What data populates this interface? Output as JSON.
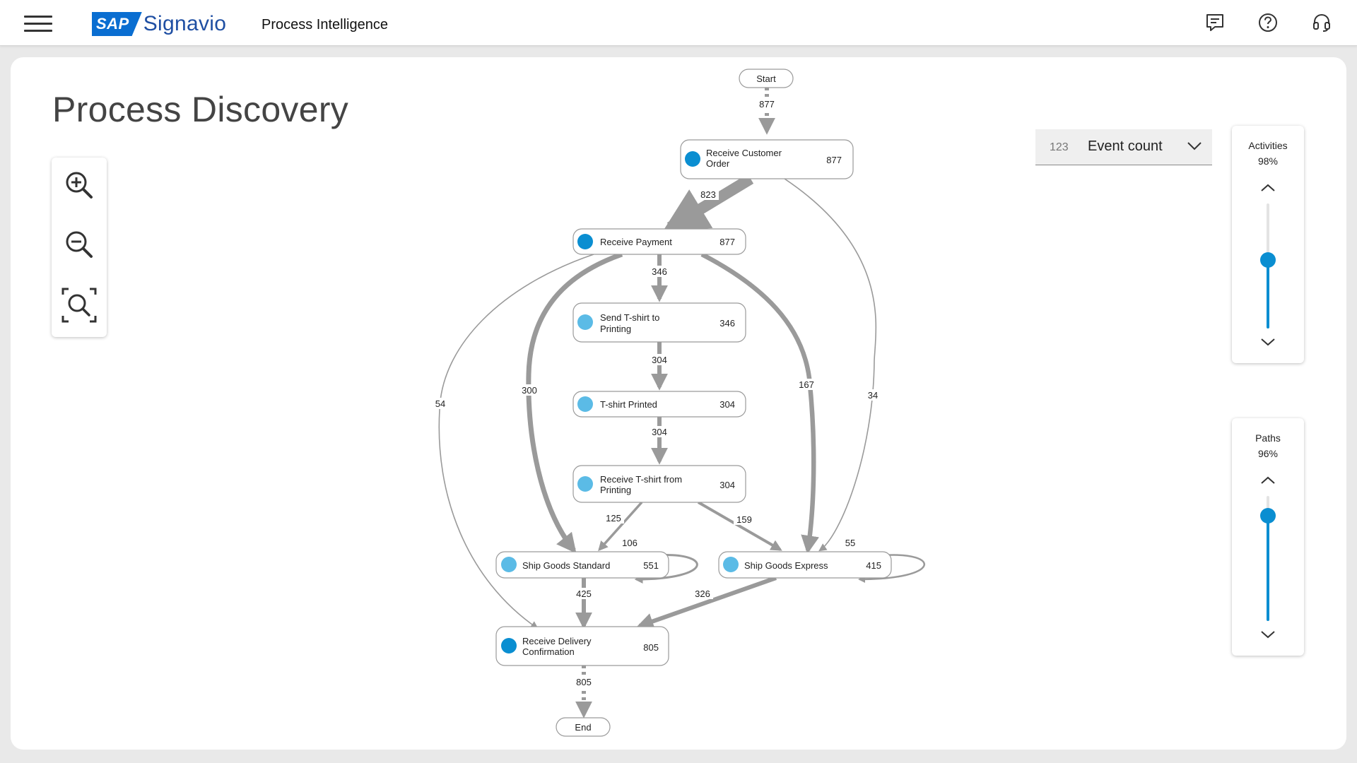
{
  "header": {
    "logo_brand": "SAP",
    "logo_product": "Signavio",
    "app_title": "Process Intelligence",
    "icons": [
      "menu-icon",
      "feedback-icon",
      "help-icon",
      "support-headset-icon"
    ]
  },
  "page": {
    "title": "Process Discovery"
  },
  "zoom_controls": {
    "icons": [
      "zoom-in-icon",
      "zoom-out-icon",
      "zoom-fit-icon"
    ]
  },
  "metric_dropdown": {
    "prefix": "123",
    "value": "Event count"
  },
  "activities_slider": {
    "label": "Activities",
    "value": "98%",
    "level": 0.55
  },
  "paths_slider": {
    "label": "Paths",
    "value": "96%",
    "level": 0.84
  },
  "colors": {
    "accent": "#0a8ed1",
    "node_dot_dark": "#0a8ed1",
    "node_dot_light": "#5bbbe6",
    "edge": "#9a9a9a"
  },
  "process_map": {
    "start_label": "Start",
    "end_label": "End",
    "nodes": [
      {
        "id": "n1",
        "label_line1": "Receive Customer",
        "label_line2": "Order",
        "count": "877",
        "dot": "dark"
      },
      {
        "id": "n2",
        "label_line1": "Receive Payment",
        "label_line2": "",
        "count": "877",
        "dot": "dark"
      },
      {
        "id": "n3",
        "label_line1": "Send T-shirt to",
        "label_line2": "Printing",
        "count": "346",
        "dot": "light"
      },
      {
        "id": "n4",
        "label_line1": "T-shirt Printed",
        "label_line2": "",
        "count": "304",
        "dot": "light"
      },
      {
        "id": "n5",
        "label_line1": "Receive T-shirt from",
        "label_line2": "Printing",
        "count": "304",
        "dot": "light"
      },
      {
        "id": "n6",
        "label_line1": "Ship Goods Standard",
        "label_line2": "",
        "count": "551",
        "dot": "light"
      },
      {
        "id": "n7",
        "label_line1": "Ship Goods Express",
        "label_line2": "",
        "count": "415",
        "dot": "light"
      },
      {
        "id": "n8",
        "label_line1": "Receive Delivery",
        "label_line2": "Confirmation",
        "count": "805",
        "dot": "dark"
      }
    ],
    "edges": [
      {
        "from": "start",
        "to": "n1",
        "count": "877"
      },
      {
        "from": "n1",
        "to": "n2",
        "count": "823"
      },
      {
        "from": "n1",
        "to": "n7",
        "count": "34"
      },
      {
        "from": "n2",
        "to": "n3",
        "count": "346"
      },
      {
        "from": "n2",
        "to": "n6",
        "count": "300"
      },
      {
        "from": "n2",
        "to": "n7",
        "count": "167"
      },
      {
        "from": "n2",
        "to": "n8",
        "count": "54"
      },
      {
        "from": "n3",
        "to": "n4",
        "count": "304"
      },
      {
        "from": "n4",
        "to": "n5",
        "count": "304"
      },
      {
        "from": "n5",
        "to": "n6",
        "count": "125"
      },
      {
        "from": "n5",
        "to": "n7",
        "count": "159"
      },
      {
        "from": "n6",
        "to": "n6",
        "count": "106"
      },
      {
        "from": "n7",
        "to": "n7",
        "count": "55"
      },
      {
        "from": "n6",
        "to": "n8",
        "count": "425"
      },
      {
        "from": "n7",
        "to": "n8",
        "count": "326"
      },
      {
        "from": "n8",
        "to": "end",
        "count": "805"
      }
    ]
  }
}
